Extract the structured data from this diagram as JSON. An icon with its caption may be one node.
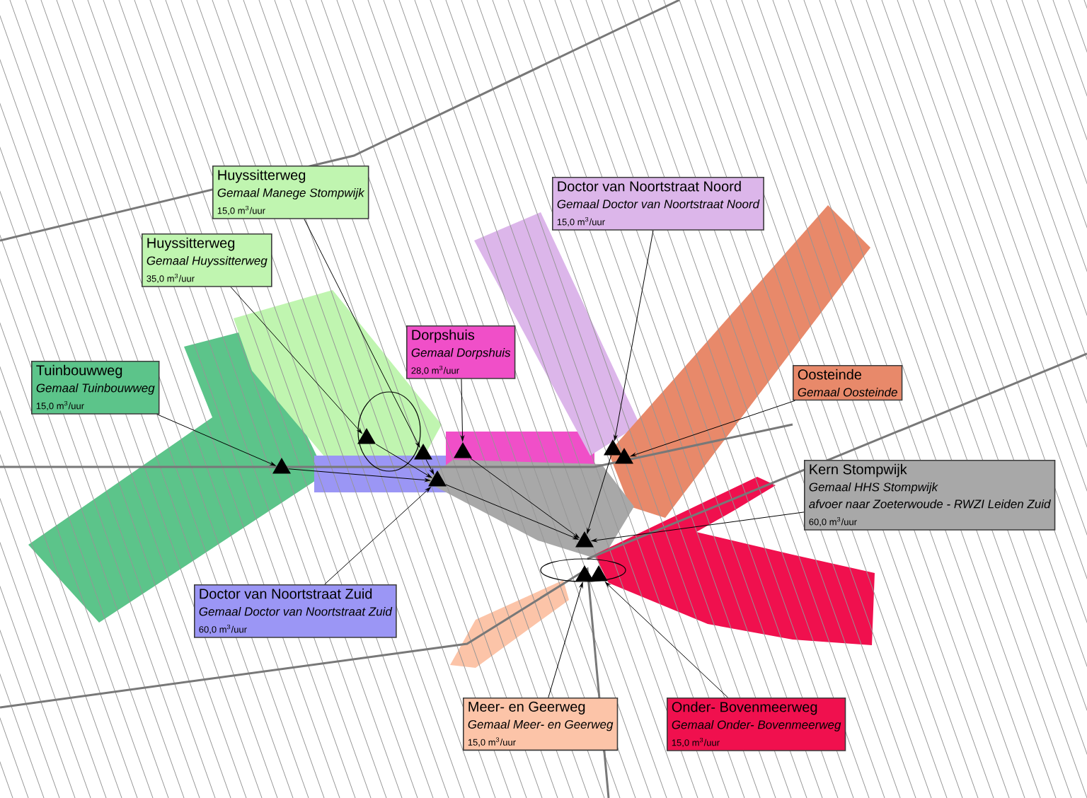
{
  "diagram": {
    "nodes": [
      {
        "text": [
          "Huyssitterweg",
          "Gemaal Manege Stompwijk",
          "15,0 m$^{3}$/uur"
        ]
      },
      {
        "text": [
          "Doctor van Noortstraat Noord",
          "Gemaal Doctor van Noortstraat Noord",
          "15,0 m$^{3}$/uur"
        ]
      },
      {
        "text": [
          "Huyssitterweg",
          "Gemaal Huyssitterweg",
          "35,0 m$^{3}$/uur"
        ]
      },
      {
        "text": [
          "Dorpshuis",
          "Gemaal Dorpshuis",
          "28,0 m$^{3}$/uur"
        ]
      },
      {
        "text": [
          "Tuinbouwweg",
          "Gemaal Tuinbouwweg",
          "15,0 m$^{3}$/uur"
        ]
      },
      {
        "text": [
          "Oosteinde",
          "Gemaal Oosteinde"
        ]
      },
      {
        "text": [
          "Kern Stompwijk",
          "Gemaal HHS Stompwijk",
          "afvoer naar Zoeterwoude - RWZI Leiden Zuid",
          "60,0 m$^{3}$/uur"
        ]
      },
      {
        "text": [
          "Doctor van Noortstraat Zuid",
          "Gemaal Doctor van Noortstraat Zuid",
          "60,0 m$^{3}$/uur"
        ]
      },
      {
        "text": [
          "Meer- en Geerweg",
          "Gemaal Meer- en Geerweg",
          "15,0 m$^{3}$/uur"
        ]
      },
      {
        "text": [
          "Onder- Bovenmeerweg",
          "Gemaal Onder- Bovenmeerweg",
          "15,0 m$^{3}$/uur"
        ]
      },
      {
        "text": [],
        "shape": "triangle"
      },
      {
        "text": [],
        "shape": "triangle"
      },
      {
        "text": [],
        "shape": "triangle"
      },
      {
        "text": [],
        "shape": "triangle"
      },
      {
        "text": [],
        "shape": "triangle"
      },
      {
        "text": [],
        "shape": "triangle"
      },
      {
        "text": [],
        "shape": "triangle"
      },
      {
        "text": [],
        "shape": "triangle"
      },
      {
        "text": [],
        "shape": "triangle"
      },
      {
        "text": [],
        "shape": "triangle"
      }
    ],
    "edges": [
      {
        "from": 4,
        "to": 10,
        "arrow": "to"
      },
      {
        "from": 2,
        "to": 11,
        "arrow": "to"
      },
      {
        "from": 0,
        "to": 12,
        "arrow": "to"
      },
      {
        "from": 3,
        "to": 14,
        "arrow": "to"
      },
      {
        "from": 7,
        "to": 13,
        "arrow": "to"
      },
      {
        "from": 1,
        "to": 18,
        "arrow": "to"
      },
      {
        "from": 5,
        "to": 19,
        "arrow": "to"
      },
      {
        "from": 6,
        "to": 15,
        "arrow": "to"
      },
      {
        "from": 8,
        "to": 16,
        "arrow": "to"
      },
      {
        "from": 9,
        "to": 17,
        "arrow": "to"
      },
      {
        "from": 10,
        "to": 13,
        "arrow": "to"
      },
      {
        "from": 11,
        "to": 13,
        "arrow": "to"
      },
      {
        "from": 12,
        "to": 13,
        "arrow": "to"
      },
      {
        "from": 13,
        "to": 15,
        "arrow": "to"
      },
      {
        "from": 14,
        "to": 15,
        "arrow": "to"
      },
      {
        "from": 18,
        "to": 15,
        "arrow": "to"
      }
    ]
  }
}
